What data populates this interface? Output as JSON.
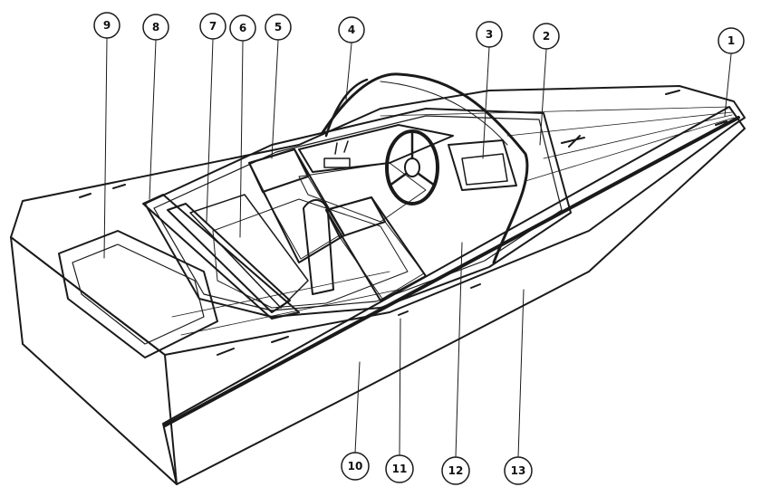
{
  "callouts": [
    {
      "id": "1",
      "label": "1"
    },
    {
      "id": "2",
      "label": "2"
    },
    {
      "id": "3",
      "label": "3"
    },
    {
      "id": "4",
      "label": "4"
    },
    {
      "id": "5",
      "label": "5"
    },
    {
      "id": "6",
      "label": "6"
    },
    {
      "id": "7",
      "label": "7"
    },
    {
      "id": "8",
      "label": "8"
    },
    {
      "id": "9",
      "label": "9"
    },
    {
      "id": "10",
      "label": "10"
    },
    {
      "id": "11",
      "label": "11"
    },
    {
      "id": "12",
      "label": "12"
    },
    {
      "id": "13",
      "label": "13"
    }
  ],
  "colors": {
    "ink": "#1a1a1a",
    "paper": "#ffffff",
    "shade": "#2a2a2a"
  }
}
